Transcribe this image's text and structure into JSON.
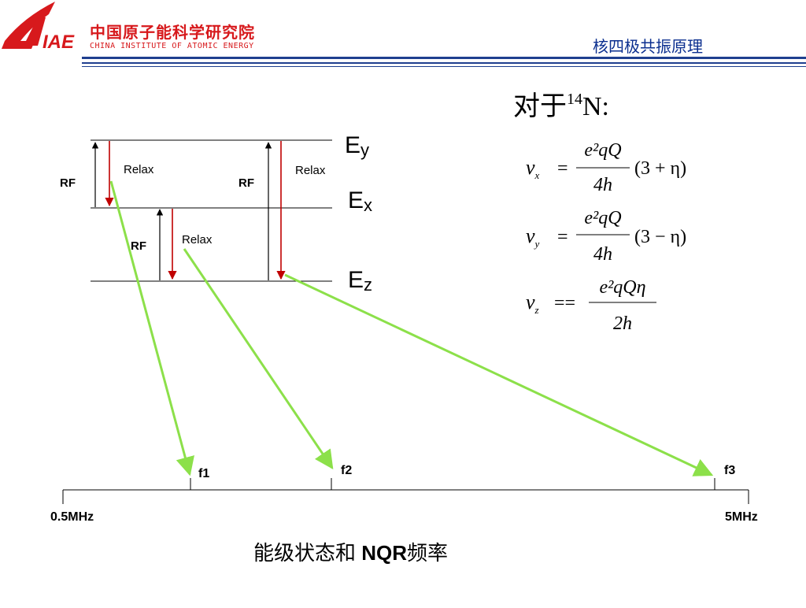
{
  "header": {
    "org_cn": "中国原子能科学研究院",
    "org_en": "CHINA INSTITUTE OF ATOMIC ENERGY",
    "logo_text": "IAE",
    "slide_title": "核四极共振原理",
    "brand_red": "#d7191c",
    "bar_blue": "#1f3f8f"
  },
  "energy_diagram": {
    "levels": [
      "Ey",
      "Ex",
      "Ez"
    ],
    "level_main": [
      "E",
      "E",
      "E"
    ],
    "level_sub": [
      "y",
      "x",
      "z"
    ],
    "rf_label": "RF",
    "relax_label": "Relax",
    "transitions": [
      {
        "from": "Ez",
        "to": "Ey",
        "kind": "RF"
      },
      {
        "from": "Ey",
        "to": "Ex",
        "kind": "Relax"
      },
      {
        "from": "Ex",
        "to": "Ey",
        "kind": "RF"
      },
      {
        "from": "Ey",
        "to": "Ez",
        "kind": "Relax"
      },
      {
        "from": "Ez",
        "to": "Ex",
        "kind": "RF"
      },
      {
        "from": "Ex",
        "to": "Ez",
        "kind": "Relax"
      }
    ],
    "arrow_color_rf": "#000000",
    "arrow_color_relax": "#c00000",
    "link_color": "#8ce04a"
  },
  "equations": {
    "intro_prefix": "对于",
    "intro_sup": "14",
    "intro_suffix": "N:",
    "nu_x": {
      "num": "e²qQ",
      "den": "4h",
      "factor": "(3 + η)"
    },
    "nu_y": {
      "num": "e²qQ",
      "den": "4h",
      "factor": "(3 − η)"
    },
    "nu_z": {
      "num": "e²qQη",
      "den": "2h",
      "factor": ""
    }
  },
  "frequency_axis": {
    "min_label": "0.5MHz",
    "max_label": "5MHz",
    "marks": [
      "f1",
      "f2",
      "f3"
    ]
  },
  "caption": {
    "prefix": "能级状态和 ",
    "bold": "NQR",
    "suffix": "频率"
  }
}
